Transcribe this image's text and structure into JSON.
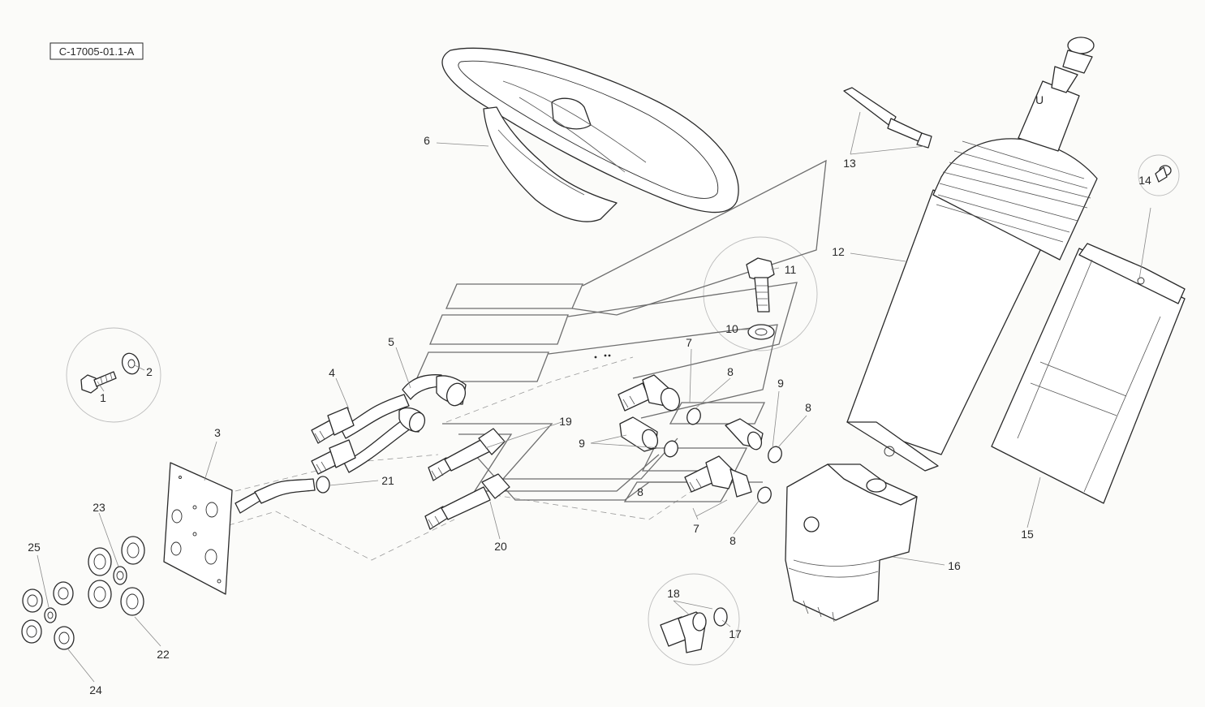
{
  "reference_code": "C-17005-01.1-A",
  "callouts": {
    "c1": "1",
    "c2": "2",
    "c3": "3",
    "c4": "4",
    "c5": "5",
    "c6": "6",
    "c7a": "7",
    "c7b": "7",
    "c8a": "8",
    "c8b": "8",
    "c8c": "8",
    "c8d": "8",
    "c9a": "9",
    "c9b": "9",
    "c10": "10",
    "c11": "11",
    "c12": "12",
    "c13": "13",
    "c14": "14",
    "c15": "15",
    "c16": "16",
    "c17": "17",
    "c18": "18",
    "c19": "19",
    "c20": "20",
    "c21": "21",
    "c22": "22",
    "c23": "23",
    "c24": "24",
    "c25": "25"
  },
  "colors": {
    "line": "#2a2a2a",
    "leader": "#8a8a8a",
    "background": "#fbfbf9"
  }
}
